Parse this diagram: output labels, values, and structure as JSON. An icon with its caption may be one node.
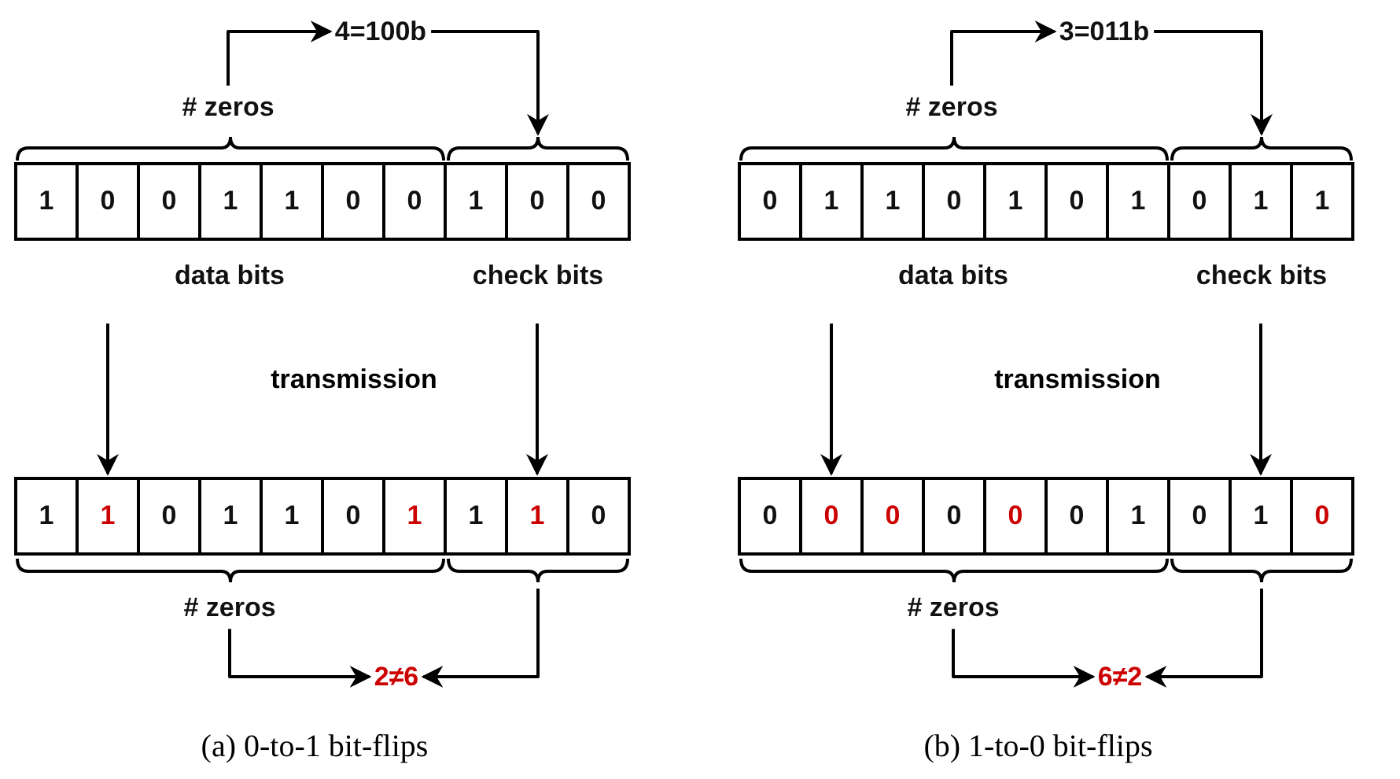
{
  "diagram": {
    "nodes": [
      {
        "text": [
          "4=100b"
        ]
      },
      {
        "text": [
          "# zeros"
        ]
      },
      {
        "text": [],
        "shape": "brace"
      },
      {
        "text": [],
        "shape": "brace"
      },
      {
        "text": [
          "1"
        ]
      },
      {
        "text": [
          "0"
        ]
      },
      {
        "text": [
          "0"
        ]
      },
      {
        "text": [
          "1"
        ]
      },
      {
        "text": [
          "1"
        ]
      },
      {
        "text": [
          "0"
        ]
      },
      {
        "text": [
          "0"
        ]
      },
      {
        "text": [
          "1"
        ]
      },
      {
        "text": [
          "0"
        ]
      },
      {
        "text": [
          "0"
        ]
      },
      {
        "text": [
          "data bits"
        ]
      },
      {
        "text": [
          "check bits"
        ]
      },
      {
        "text": [
          "1"
        ]
      },
      {
        "text": [
          "1"
        ]
      },
      {
        "text": [
          "0"
        ]
      },
      {
        "text": [
          "1"
        ]
      },
      {
        "text": [
          "1"
        ]
      },
      {
        "text": [
          "0"
        ]
      },
      {
        "text": [
          "1"
        ]
      },
      {
        "text": [
          "1"
        ]
      },
      {
        "text": [
          "1"
        ]
      },
      {
        "text": [
          "0"
        ]
      },
      {
        "text": [],
        "shape": "brace"
      },
      {
        "text": [],
        "shape": "brace"
      },
      {
        "text": [
          "# zeros"
        ]
      },
      {
        "text": [
          "2≠6"
        ]
      },
      {
        "text": [
          "3=011b"
        ]
      },
      {
        "text": [
          "# zeros"
        ]
      },
      {
        "text": [],
        "shape": "brace"
      },
      {
        "text": [],
        "shape": "brace"
      },
      {
        "text": [
          "0"
        ]
      },
      {
        "text": [
          "1"
        ]
      },
      {
        "text": [
          "1"
        ]
      },
      {
        "text": [
          "0"
        ]
      },
      {
        "text": [
          "1"
        ]
      },
      {
        "text": [
          "0"
        ]
      },
      {
        "text": [
          "1"
        ]
      },
      {
        "text": [
          "0"
        ]
      },
      {
        "text": [
          "1"
        ]
      },
      {
        "text": [
          "1"
        ]
      },
      {
        "text": [
          "data bits"
        ]
      },
      {
        "text": [
          "check bits"
        ]
      },
      {
        "text": [
          "0"
        ]
      },
      {
        "text": [
          "0"
        ]
      },
      {
        "text": [
          "0"
        ]
      },
      {
        "text": [
          "0"
        ]
      },
      {
        "text": [
          "0"
        ]
      },
      {
        "text": [
          "0"
        ]
      },
      {
        "text": [
          "1"
        ]
      },
      {
        "text": [
          "0"
        ]
      },
      {
        "text": [
          "1"
        ]
      },
      {
        "text": [
          "0"
        ]
      },
      {
        "text": [],
        "shape": "brace"
      },
      {
        "text": [],
        "shape": "brace"
      },
      {
        "text": [
          "# zeros"
        ]
      },
      {
        "text": [
          "6≠2"
        ]
      }
    ],
    "edges": [
      {
        "from": 1,
        "to": 0,
        "arrow": "to"
      },
      {
        "from": 0,
        "to": 3,
        "arrow": "to"
      },
      {
        "from": 14,
        "to": 17,
        "arrow": "to"
      },
      {
        "from": 15,
        "to": 24,
        "arrow": "to"
      },
      {
        "from": 28,
        "to": 29,
        "arrow": "to"
      },
      {
        "from": 27,
        "to": 29,
        "arrow": "to"
      },
      {
        "from": 31,
        "to": 30,
        "arrow": "to"
      },
      {
        "from": 30,
        "to": 33,
        "arrow": "to"
      },
      {
        "from": 44,
        "to": 47,
        "arrow": "to"
      },
      {
        "from": 45,
        "to": 54,
        "arrow": "to"
      },
      {
        "from": 58,
        "to": 59,
        "arrow": "to"
      },
      {
        "from": 57,
        "to": 59,
        "arrow": "to"
      }
    ],
    "labels": [
      "transmission",
      "transmission",
      "(a) 0-to-1 bit-flips",
      "(b) 1-to-0 bit-flips"
    ]
  }
}
